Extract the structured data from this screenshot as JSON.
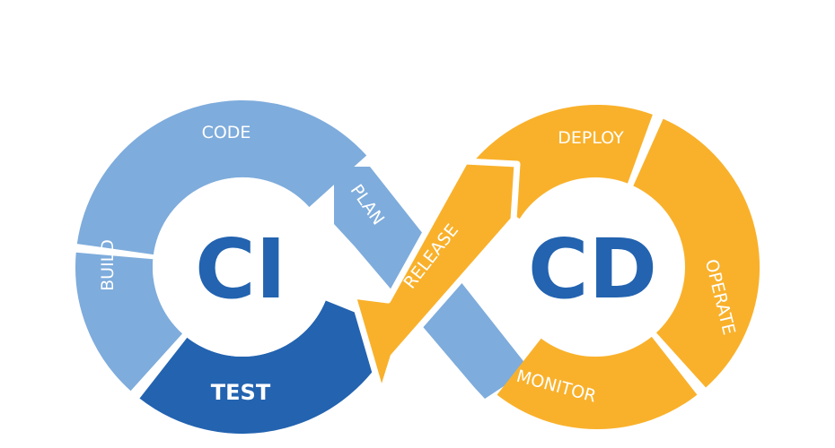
{
  "colors": {
    "light_blue": "#7eacdc",
    "dark_blue": "#2363b0",
    "orange": "#f9b12b",
    "text_blue": "#2363b0"
  },
  "ci": {
    "title": "CI",
    "stages": {
      "code": "CODE",
      "build": "BUILD",
      "test": "TEST",
      "plan": "PLAN"
    }
  },
  "cd": {
    "title": "CD",
    "stages": {
      "release": "RELEASE",
      "deploy": "DEPLOY",
      "operate": "OPERATE",
      "monitor": "MONITOR"
    }
  }
}
